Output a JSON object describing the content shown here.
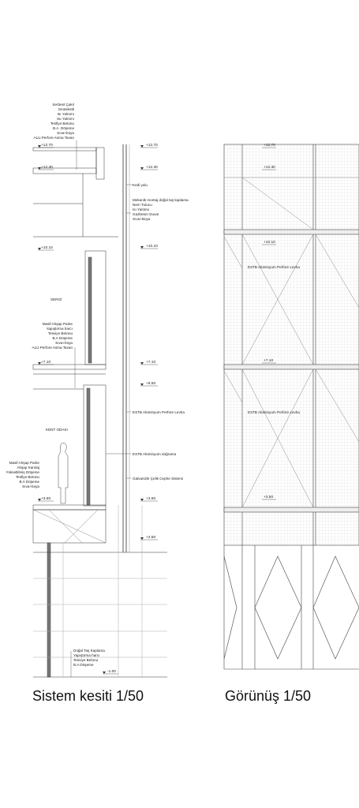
{
  "section_title": "Sistem kesiti 1/50",
  "elevation_title": "Görünüş 1/50",
  "roof_layers": [
    "Serbest Çakıl",
    "Geotekstil",
    "Isı Yalıtımı",
    "Su Yalıtımı",
    "Tesfiye Betonu",
    "B.A. Döşeme",
    "Sıva+boya",
    "ALU.Perfore Asma Tavan"
  ],
  "gallery_floor_layers": [
    "Masif Ahşap Parke",
    "Yapıştırma harcı",
    "Tesviye Betonu",
    "B.A Döşeme",
    "Sıva+boya",
    "ALU.Perfore Asma Tavan"
  ],
  "kent_floor_layers": [
    "Masif Ahşap Parke",
    "Ahşap Karolaj",
    "Yükseltilmiş Döşeme",
    "Tesfiye Betonu",
    "B.A Döşeme",
    "Sıva+boya"
  ],
  "ground_layers": [
    "Doğal Taş Kaplama",
    "Yapıştırma harcı",
    "Tesviye Betonu",
    "B.A Döşeme"
  ],
  "wall_layers": [
    "Mekanik montaj doğal taş kaplama",
    "Nem Tutucu",
    "Isı Yalıtımı",
    "Gazbeton Duvar",
    "Sıva+Boya"
  ],
  "callouts": {
    "kedi_yolu": "Kedi yolu",
    "perfore_levha": "ESTB Alüminyum Perfore Levha",
    "dograma": "ESTB Alüminyum doğrama",
    "celik": "Galvanizle Çelik Cephe Sistemi"
  },
  "rooms": {
    "sergi": "SERGİ",
    "kent_odasi": "KENT ODASI"
  },
  "levels": {
    "l1270": "+12.70",
    "l1230": "+12.30",
    "l1010": "+10.10",
    "l710": "+7.10",
    "l650": "+6.50",
    "l350": "+3.50",
    "l250": "+2.50",
    "lm100": "-1.00"
  },
  "elevation_panel_label": "ESTB Alüminyum Perfore Levha"
}
